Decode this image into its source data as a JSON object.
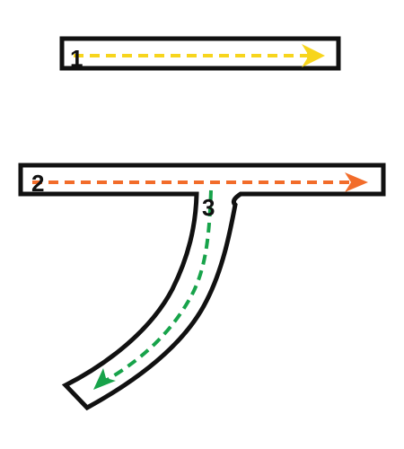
{
  "strokes": [
    {
      "number": "1",
      "arrow_color": "#F7D51D"
    },
    {
      "number": "2",
      "arrow_color": "#F26C2A"
    },
    {
      "number": "3",
      "arrow_color": "#17A34A"
    }
  ],
  "outline_color": "#111111",
  "fill_color": "#ffffff"
}
